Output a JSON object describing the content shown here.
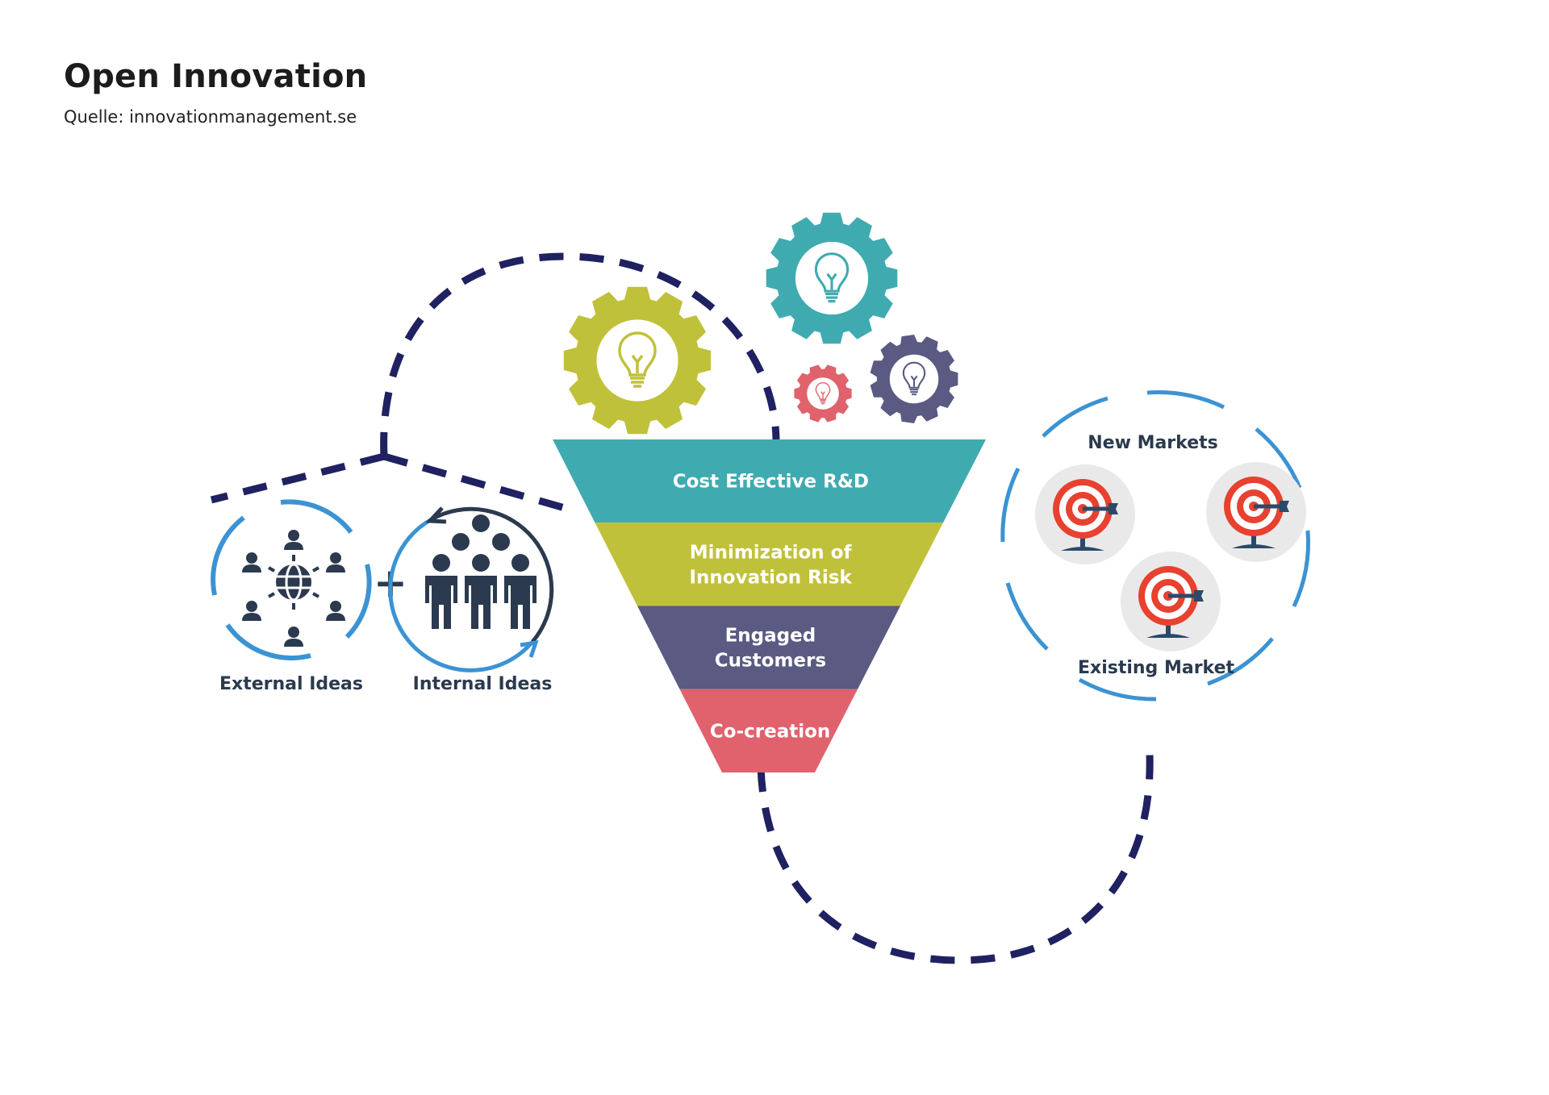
{
  "header": {
    "title": "Open Innovation",
    "source": "Quelle: innovationmanagement.se"
  },
  "colors": {
    "teal": "#3fabb0",
    "olive": "#c0c13a",
    "purple": "#5a5a82",
    "coral": "#e0626c",
    "navy": "#1f2160",
    "blue_ring": "#3b93d3",
    "icon_dark": "#2b3a4e",
    "target_red": "#e8412f",
    "target_bg": "#e9e9e9"
  },
  "ideas": {
    "external_label": "External Ideas",
    "internal_label": "Internal Ideas",
    "plus": "+"
  },
  "funnel": {
    "layers": [
      {
        "lines": [
          "Cost Effective R&D"
        ],
        "color": "#3fabb0"
      },
      {
        "lines": [
          "Minimization of",
          "Innovation Risk"
        ],
        "color": "#c0c13a"
      },
      {
        "lines": [
          "Engaged",
          "Customers"
        ],
        "color": "#5a5a82"
      },
      {
        "lines": [
          "Co-creation"
        ],
        "color": "#e0626c"
      }
    ]
  },
  "gears": [
    {
      "name": "olive",
      "color": "#c0c13a",
      "icon": "lightbulb-icon"
    },
    {
      "name": "teal",
      "color": "#3fabb0",
      "icon": "lightbulb-icon"
    },
    {
      "name": "coral",
      "color": "#e0626c",
      "icon": "lightbulb-icon"
    },
    {
      "name": "purple",
      "color": "#5a5a82",
      "icon": "lightbulb-icon"
    }
  ],
  "markets": {
    "new_label": "New Markets",
    "existing_label": "Existing Market",
    "targets": [
      "target-icon",
      "target-icon",
      "target-icon"
    ]
  }
}
